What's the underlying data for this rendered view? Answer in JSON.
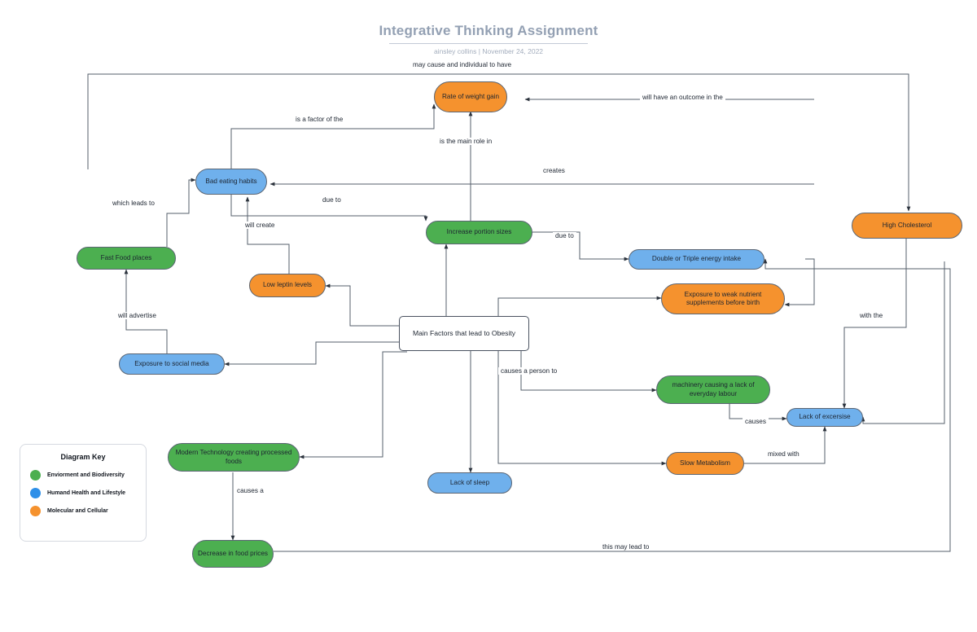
{
  "document": {
    "title": "Integrative Thinking Assignment",
    "author": "ainsley collins",
    "separator": "|",
    "date": "November 24, 2022"
  },
  "colors": {
    "green": "#4caf50",
    "blue": "#6fb0ec",
    "orange": "#f5922e",
    "center": "#ffffff",
    "edge": "#555f6b",
    "title": "#93a0b3"
  },
  "nodes": [
    {
      "id": "main",
      "label": "Main Factors that lead to Obesity",
      "category": "center"
    },
    {
      "id": "weight",
      "label": "Rate of weight gain",
      "category": "orange"
    },
    {
      "id": "habits",
      "label": "Bad eating habits",
      "category": "blue"
    },
    {
      "id": "fastfood",
      "label": "Fast Food places",
      "category": "green"
    },
    {
      "id": "portion",
      "label": "Increase portion sizes",
      "category": "green"
    },
    {
      "id": "leptin",
      "label": "Low leptin levels",
      "category": "orange"
    },
    {
      "id": "social",
      "label": "Exposure to social media",
      "category": "blue"
    },
    {
      "id": "energy",
      "label": "Double or Triple energy intake",
      "category": "blue"
    },
    {
      "id": "nutrient",
      "label": "Exposure to weak nutrient supplements before birth",
      "category": "orange"
    },
    {
      "id": "cholesterol",
      "label": "High Cholesterol",
      "category": "orange"
    },
    {
      "id": "machinery",
      "label": "machinery causing a lack of everyday labour",
      "category": "green"
    },
    {
      "id": "excersise",
      "label": "Lack of excersise",
      "category": "blue"
    },
    {
      "id": "metabolism",
      "label": "Slow Metabolism",
      "category": "orange"
    },
    {
      "id": "modtech",
      "label": "Modern Technology creating processed foods",
      "category": "green"
    },
    {
      "id": "sleep",
      "label": "Lack of sleep",
      "category": "blue"
    },
    {
      "id": "prices",
      "label": "Decrease in food prices",
      "category": "green"
    }
  ],
  "edge_labels": {
    "may_cause": "may cause and individual to have",
    "will_have_outcome": "will have an outcome in the",
    "is_factor_of": "is a factor of the",
    "is_main_role": "is the main role in",
    "creates": "creates",
    "which_leads_to": "which leads to",
    "due_to_left": "due to",
    "will_create": "will create",
    "due_to_right": "due to",
    "will_advertise": "will advertise",
    "with_the": "with the",
    "causes_person_to": "causes a person to",
    "causes": "causes",
    "mixed_with": "mixed with",
    "causes_a": "causes a",
    "this_may_lead_to": "this may lead to"
  },
  "legend": {
    "title": "Diagram Key",
    "items": [
      {
        "color": "green",
        "label": "Enviorment and Biodiversity"
      },
      {
        "color": "blue",
        "label": "Humand Health and Lifestyle"
      },
      {
        "color": "orange",
        "label": "Molecular and Cellular"
      }
    ]
  }
}
